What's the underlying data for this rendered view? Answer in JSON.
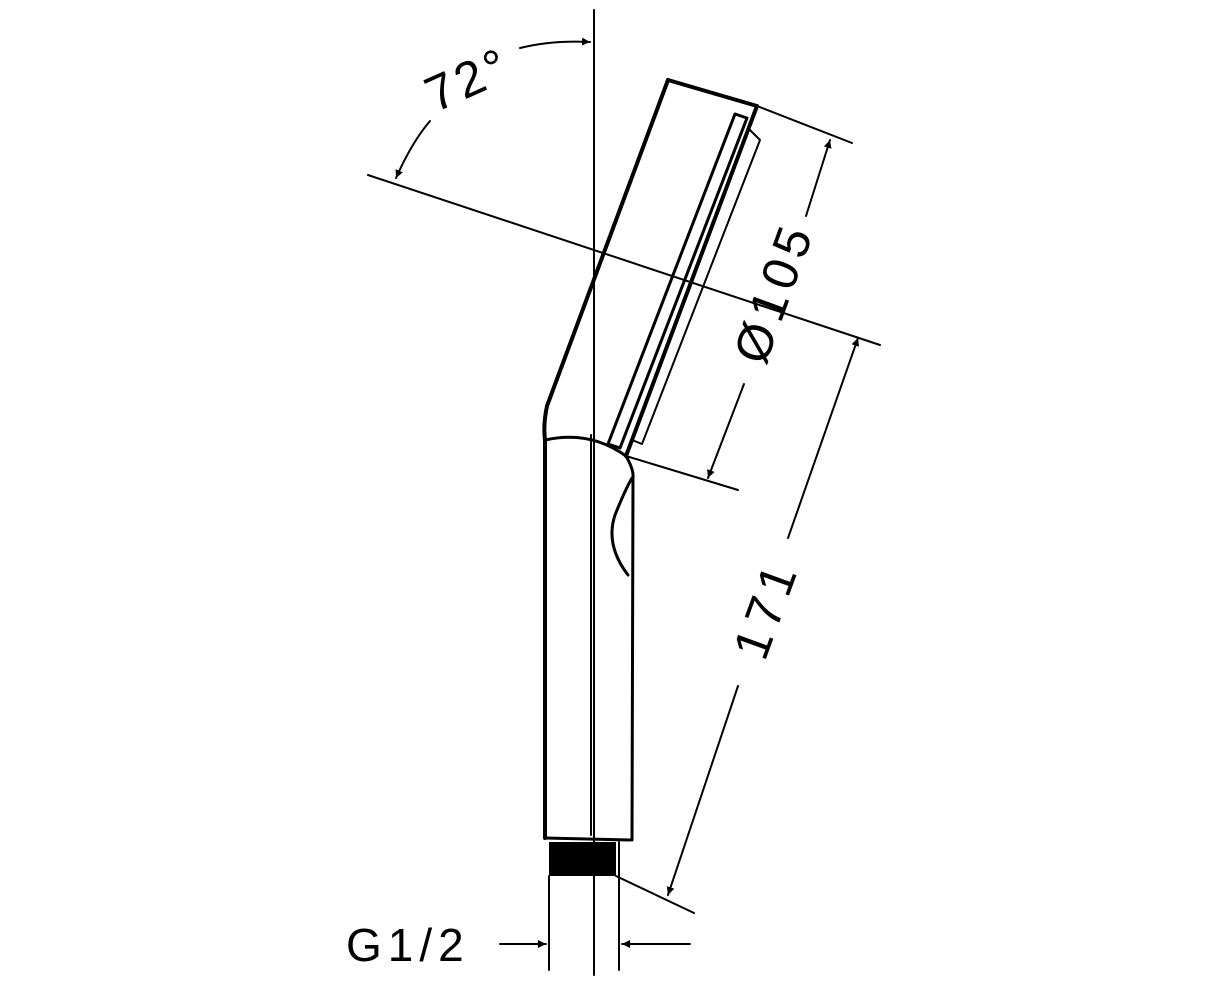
{
  "drawing": {
    "dimensions": {
      "angle_label": "72°",
      "diameter_label": "Ø105",
      "length_label": "171",
      "thread_label": "G1/2"
    },
    "colors": {
      "line": "#000000",
      "background": "#ffffff"
    }
  }
}
